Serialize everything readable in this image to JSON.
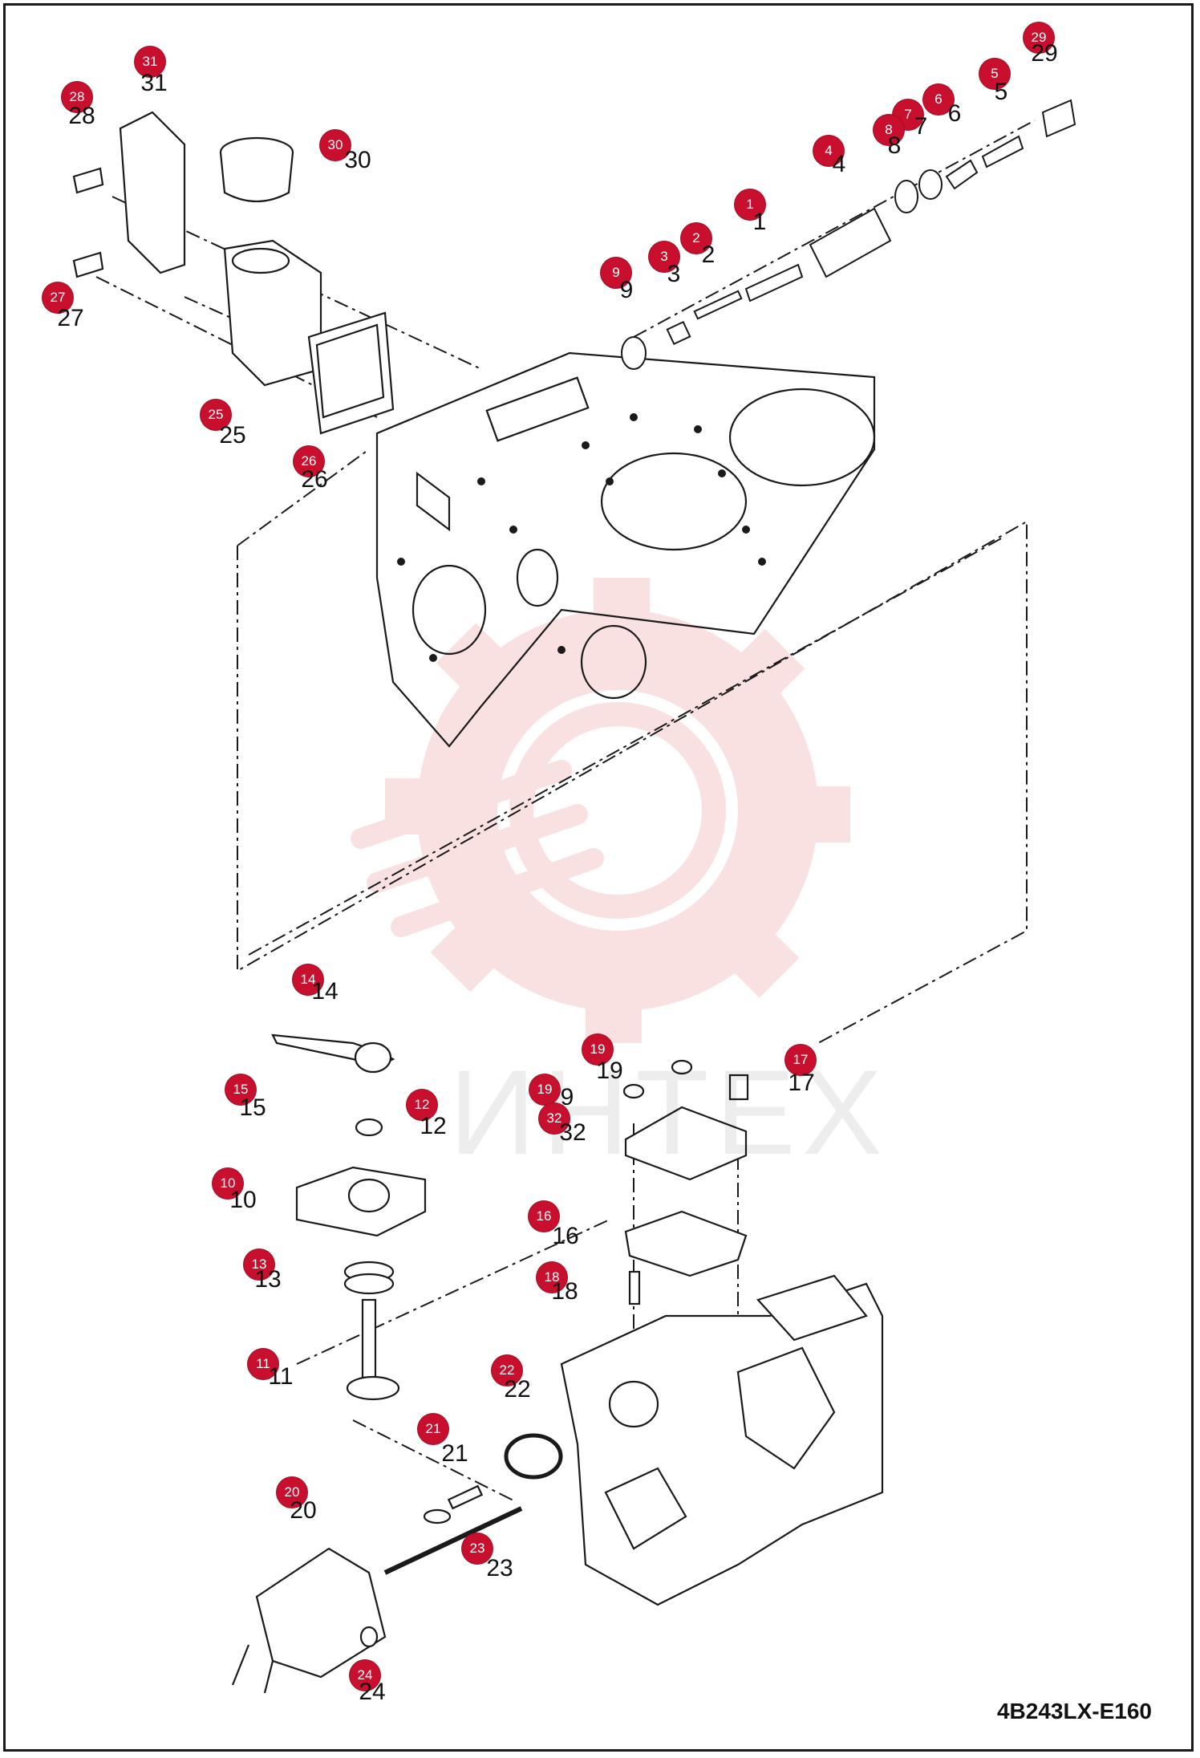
{
  "drawing_code": "4B243LX-E160",
  "watermark_text": "ИНТЕХ",
  "colors": {
    "callout_fill": "#c8102e",
    "line": "#1a1a1a",
    "watermark": "#f4b8b8"
  },
  "callouts": [
    {
      "id": "1",
      "label": "1"
    },
    {
      "id": "2",
      "label": "2"
    },
    {
      "id": "3",
      "label": "3"
    },
    {
      "id": "4",
      "label": "4"
    },
    {
      "id": "5",
      "label": "5"
    },
    {
      "id": "6",
      "label": "6"
    },
    {
      "id": "7",
      "label": "7"
    },
    {
      "id": "8",
      "label": "8"
    },
    {
      "id": "9",
      "label": "9"
    },
    {
      "id": "10",
      "label": "10"
    },
    {
      "id": "11",
      "label": "11"
    },
    {
      "id": "12",
      "label": "12"
    },
    {
      "id": "13",
      "label": "13"
    },
    {
      "id": "14",
      "label": "14"
    },
    {
      "id": "15",
      "label": "15"
    },
    {
      "id": "16",
      "label": "16"
    },
    {
      "id": "17",
      "label": "17"
    },
    {
      "id": "18",
      "label": "18"
    },
    {
      "id": "19a",
      "label": "19"
    },
    {
      "id": "19b",
      "label": "19"
    },
    {
      "id": "20",
      "label": "20"
    },
    {
      "id": "21",
      "label": "21"
    },
    {
      "id": "22",
      "label": "22"
    },
    {
      "id": "23",
      "label": "23"
    },
    {
      "id": "24",
      "label": "24"
    },
    {
      "id": "25",
      "label": "25"
    },
    {
      "id": "26",
      "label": "26"
    },
    {
      "id": "27",
      "label": "27"
    },
    {
      "id": "28",
      "label": "28"
    },
    {
      "id": "29",
      "label": "29"
    },
    {
      "id": "30",
      "label": "30"
    },
    {
      "id": "31",
      "label": "31"
    },
    {
      "id": "32",
      "label": "32"
    }
  ],
  "part_numbers": [
    {
      "id": "1",
      "text": "1"
    },
    {
      "id": "2",
      "text": "2"
    },
    {
      "id": "3",
      "text": "3"
    },
    {
      "id": "4",
      "text": "4"
    },
    {
      "id": "5",
      "text": "5"
    },
    {
      "id": "6",
      "text": "6"
    },
    {
      "id": "7",
      "text": "7"
    },
    {
      "id": "8",
      "text": "8"
    },
    {
      "id": "9",
      "text": "9"
    },
    {
      "id": "10",
      "text": "10"
    },
    {
      "id": "11",
      "text": "11"
    },
    {
      "id": "12",
      "text": "12"
    },
    {
      "id": "13",
      "text": "13"
    },
    {
      "id": "14",
      "text": "14"
    },
    {
      "id": "15",
      "text": "15"
    },
    {
      "id": "16",
      "text": "16"
    },
    {
      "id": "17",
      "text": "17"
    },
    {
      "id": "18",
      "text": "18"
    },
    {
      "id": "19a",
      "text": "19"
    },
    {
      "id": "19b",
      "text": "9"
    },
    {
      "id": "20",
      "text": "20"
    },
    {
      "id": "21",
      "text": "21"
    },
    {
      "id": "22",
      "text": "22"
    },
    {
      "id": "23",
      "text": "23"
    },
    {
      "id": "24",
      "text": "24"
    },
    {
      "id": "25",
      "text": "25"
    },
    {
      "id": "26",
      "text": "26"
    },
    {
      "id": "27",
      "text": "27"
    },
    {
      "id": "28",
      "text": "28"
    },
    {
      "id": "29",
      "text": "29"
    },
    {
      "id": "30",
      "text": "30"
    },
    {
      "id": "31",
      "text": "31"
    },
    {
      "id": "32",
      "text": "32"
    }
  ]
}
